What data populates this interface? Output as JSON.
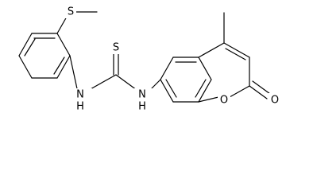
{
  "molecule": {
    "atoms": {
      "s_methylthio": "S",
      "s_thione": "S",
      "n_left": "N",
      "n_left_h": "H",
      "n_right": "N",
      "n_right_h": "H",
      "o_ring": "O",
      "o_carbonyl": "O"
    }
  },
  "colors": {
    "bond": "#000000",
    "text": "#000000",
    "background": "#ffffff"
  }
}
